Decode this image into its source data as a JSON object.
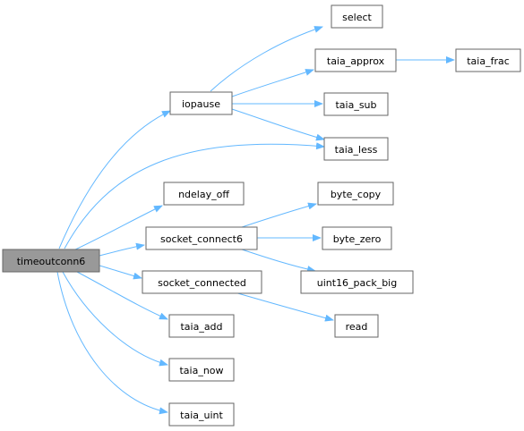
{
  "colors": {
    "edge": "#63b8ff",
    "node_fill": "#ffffff",
    "node_border": "#666666",
    "root_fill": "#999999",
    "text": "#000000"
  },
  "nodes": {
    "timeoutconn6": "timeoutconn6",
    "iopause": "iopause",
    "select": "select",
    "taia_approx": "taia_approx",
    "taia_frac": "taia_frac",
    "taia_sub": "taia_sub",
    "taia_less": "taia_less",
    "ndelay_off": "ndelay_off",
    "socket_connect6": "socket_connect6",
    "byte_copy": "byte_copy",
    "byte_zero": "byte_zero",
    "uint16_pack_big": "uint16_pack_big",
    "socket_connected": "socket_connected",
    "read": "read",
    "taia_add": "taia_add",
    "taia_now": "taia_now",
    "taia_uint": "taia_uint"
  }
}
